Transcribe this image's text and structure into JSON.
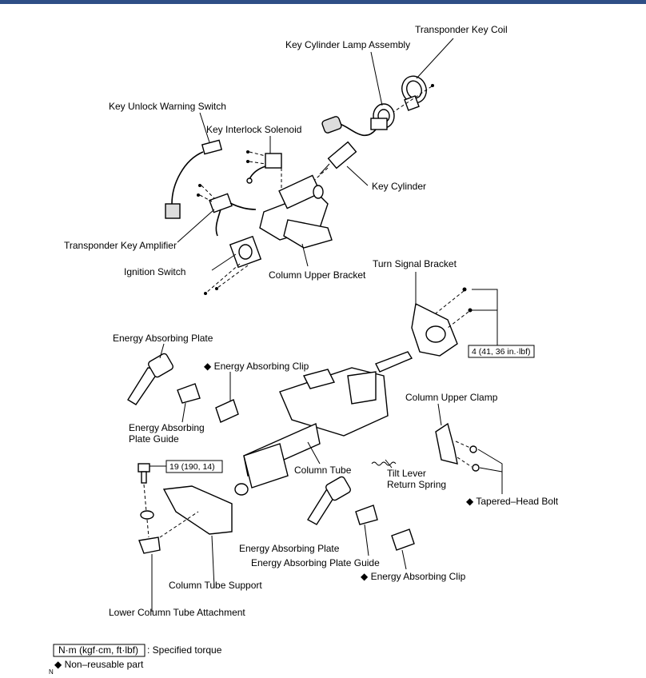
{
  "labels": {
    "transponder_key_coil": "Transponder Key Coil",
    "key_cylinder_lamp_assembly": "Key Cylinder Lamp Assembly",
    "key_unlock_warning_switch": "Key Unlock Warning Switch",
    "key_interlock_solenoid": "Key Interlock Solenoid",
    "key_cylinder": "Key Cylinder",
    "transponder_key_amplifier": "Transponder Key Amplifier",
    "ignition_switch": "Ignition Switch",
    "column_upper_bracket": "Column Upper Bracket",
    "turn_signal_bracket": "Turn Signal Bracket",
    "energy_absorbing_plate_top": "Energy Absorbing Plate",
    "energy_absorbing_clip_top": "◆ Energy Absorbing Clip",
    "energy_absorbing_plate_guide_top_1": "Energy Absorbing",
    "energy_absorbing_plate_guide_top_2": "Plate Guide",
    "column_upper_clamp": "Column Upper Clamp",
    "column_tube": "Column Tube",
    "tilt_lever_return_spring_1": "Tilt Lever",
    "tilt_lever_return_spring_2": "Return Spring",
    "tapered_head_bolt": "◆ Tapered–Head Bolt",
    "energy_absorbing_plate_bottom": "Energy Absorbing Plate",
    "energy_absorbing_plate_guide_bottom": "Energy Absorbing Plate Guide",
    "energy_absorbing_clip_bottom": "◆ Energy Absorbing Clip",
    "column_tube_support": "Column Tube Support",
    "lower_column_tube_attachment": "Lower Column Tube Attachment"
  },
  "torques": {
    "turn_signal_bracket_bolts": "4 (41, 36 in.·lbf)",
    "column_tube_bolt": "19 (190, 14)"
  },
  "legend": {
    "torque_box": "N·m (kgf·cm, ft·lbf)",
    "torque_text": ": Specified torque",
    "nonreusable_text": "◆ Non–reusable part",
    "corner_mark": "N"
  },
  "colors": {
    "top_bar": "#2f4f86"
  }
}
